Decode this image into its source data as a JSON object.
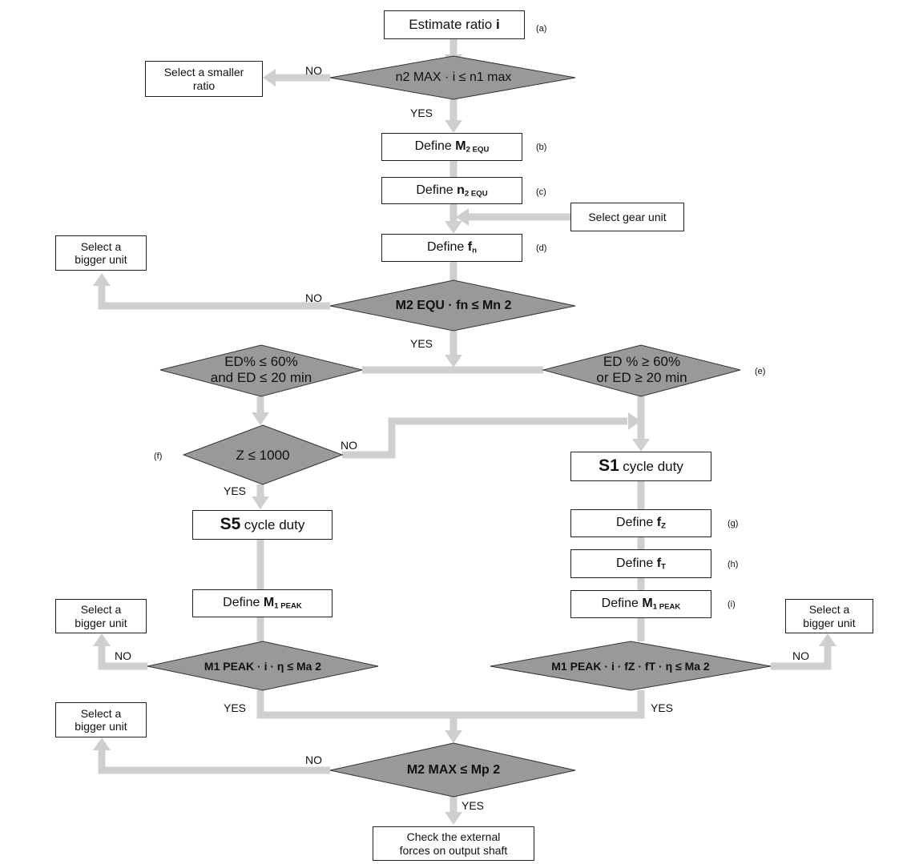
{
  "nodes": {
    "estimate": {
      "text": "Estimate ratio",
      "bold": "i",
      "tag": "(a)"
    },
    "dec_speed": {
      "text": "n2 MAX · i ≤ n1 max"
    },
    "smaller_ratio": {
      "line1": "Select a smaller",
      "line2": "ratio"
    },
    "define_m2": {
      "text": "Define",
      "bold": "M",
      "sub": "2 EQU",
      "tag": "(b)"
    },
    "define_n2": {
      "text": "Define",
      "bold": "n",
      "sub": "2 EQU",
      "tag": "(c)"
    },
    "select_gear": {
      "text": "Select gear unit"
    },
    "define_fn": {
      "text": "Define",
      "bold": "f",
      "sub": "n",
      "tag": "(d)"
    },
    "bigger1": {
      "line1": "Select a",
      "line2": "bigger unit"
    },
    "dec_torque": {
      "text": "M2 EQU · fn ≤ Mn 2"
    },
    "ed_left": {
      "line1": "ED% ≤ 60%",
      "line2": "and ED ≤ 20 min"
    },
    "ed_right": {
      "line1": "ED % ≥ 60%",
      "line2": "or ED ≥ 20 min",
      "tag": "(e)"
    },
    "dec_z": {
      "text": "Z ≤ 1000",
      "tag": "(f)"
    },
    "s5": {
      "bold": "S5",
      "text": "cycle duty"
    },
    "s1": {
      "bold": "S1",
      "text": "cycle duty"
    },
    "define_fz": {
      "text": "Define",
      "bold": "f",
      "sub": "Z",
      "tag": "(g)"
    },
    "define_ft": {
      "text": "Define",
      "bold": "f",
      "sub": "T",
      "tag": "(h)"
    },
    "define_m1_left": {
      "text": "Define",
      "bold": "M",
      "sub": "1 PEAK"
    },
    "define_m1_right": {
      "text": "Define",
      "bold": "M",
      "sub": "1 PEAK",
      "tag": "(i)"
    },
    "bigger2": {
      "line1": "Select a",
      "line2": "bigger unit"
    },
    "bigger3": {
      "line1": "Select a",
      "line2": "bigger unit"
    },
    "dec_peak_left": {
      "text": "M1 PEAK · i · η ≤ Ma 2"
    },
    "dec_peak_right": {
      "text": "M1 PEAK · i · fZ · fT · η ≤ Ma 2"
    },
    "bigger4": {
      "line1": "Select a",
      "line2": "bigger unit"
    },
    "dec_max": {
      "text": "M2 MAX ≤ Mp 2"
    },
    "check": {
      "line1": "Check the external",
      "line2": "forces on output shaft"
    }
  },
  "labels": {
    "yes": "YES",
    "no": "NO"
  },
  "colors": {
    "connector": "#cfcfcf",
    "decision_fill": "#999999",
    "box_border": "#222222"
  }
}
